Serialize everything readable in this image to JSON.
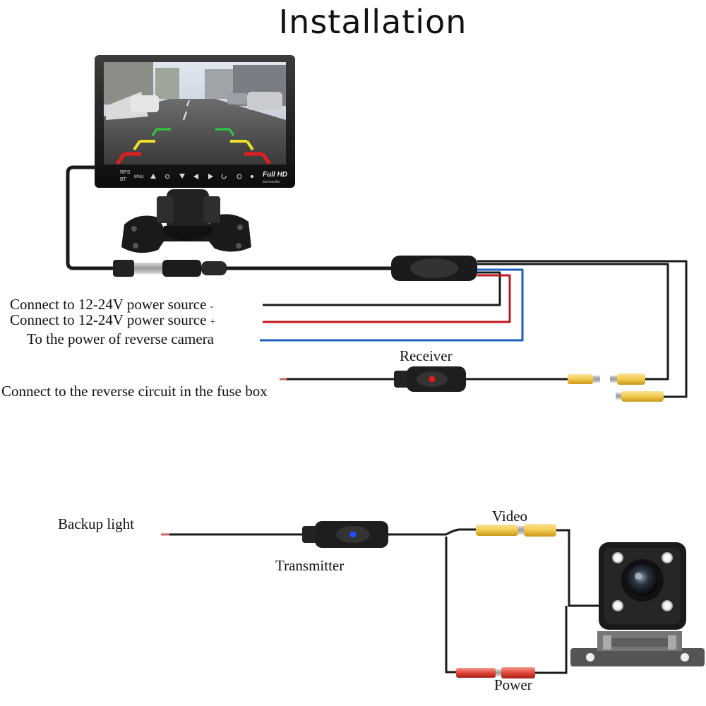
{
  "title": "Installation",
  "monitor": {
    "badge": "Full HD",
    "badge_sub": "led monitor",
    "button_labels": [
      "RPS",
      "BT",
      "MNU"
    ]
  },
  "labels": {
    "power_neg": "Connect to 12-24V power source",
    "power_neg_sign": "-",
    "power_pos": "Connect to 12-24V power source",
    "power_pos_sign": "+",
    "camera_power": "To the power of reverse camera",
    "receiver": "Receiver",
    "fuse_box": "Connect to the reverse circuit in the fuse box",
    "backup_light": "Backup light",
    "transmitter": "Transmitter",
    "video": "Video",
    "power": "Power"
  },
  "colors": {
    "wire_black": "#1a1a1a",
    "wire_red": "#c0181e",
    "wire_blue": "#1a5fc0",
    "rca_yellow": "#f2c94c",
    "rca_red": "#e0453a",
    "receiver_led": "#e41b1b",
    "transmitter_led": "#1e4fff"
  }
}
